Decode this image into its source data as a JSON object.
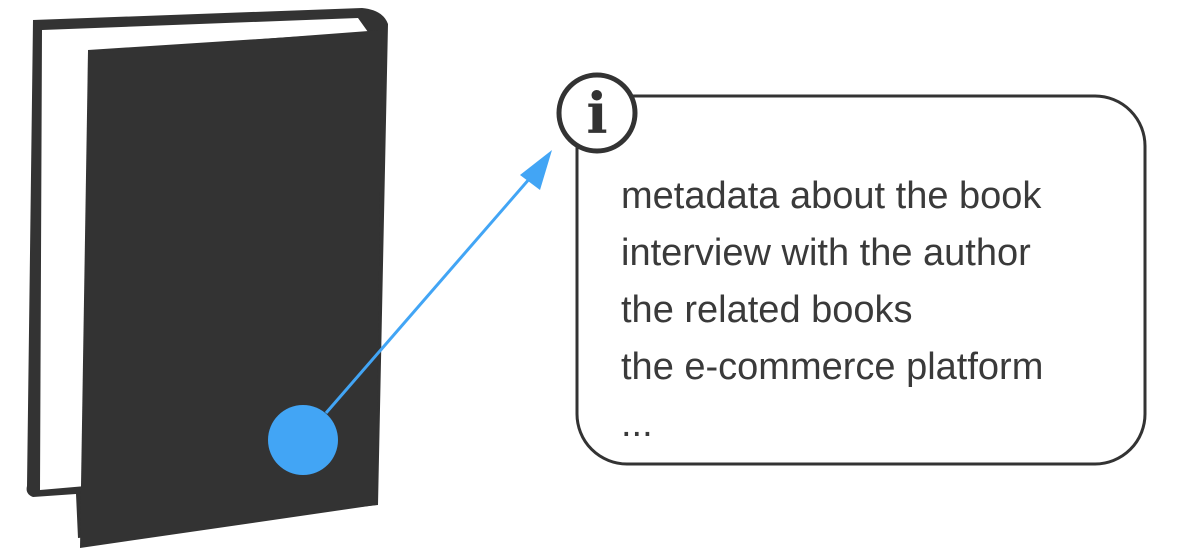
{
  "info_icon": {
    "icon": "info-icon",
    "glyph": "i"
  },
  "info_items": [
    "metadata about the book",
    "interview with the author",
    "the related books",
    "the e-commerce platform",
    "..."
  ],
  "colors": {
    "book_cover": "#333333",
    "book_pages": "#ffffff",
    "hotspot": "#42a5f5",
    "arrow": "#42a5f5",
    "panel_border": "#333333",
    "text": "#3a3a3a"
  }
}
